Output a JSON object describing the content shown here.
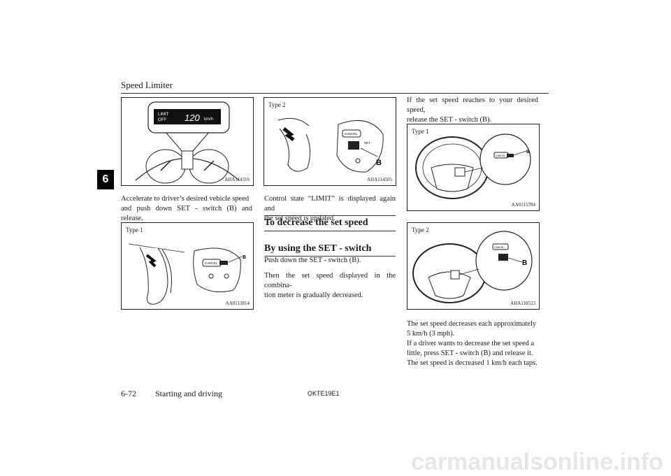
{
  "header": {
    "title": "Speed Limiter",
    "chapter": "6"
  },
  "figures": {
    "meter": {
      "code": "AHA114316",
      "display_limit": "LIMIT",
      "display_off": "OFF",
      "display_speed": "120",
      "display_unit": "km/h"
    },
    "fig_type1_push": {
      "type": "Type 1",
      "code": "AA0113814",
      "cancel": "CANCEL",
      "b": "B"
    },
    "fig_type2_push": {
      "type": "Type 2",
      "code": "AHA114505",
      "cancel": "CANCEL",
      "set": "SET -",
      "b": "B"
    },
    "fig_type1_wheel": {
      "type": "Type 1",
      "code": "AA0115784",
      "cancel": "CANCEL",
      "b": "B"
    },
    "fig_type2_wheel": {
      "type": "Type 2",
      "code": "AHA110523",
      "cancel": "CANCEL",
      "b": "B"
    }
  },
  "text": {
    "p_accelerate_1": "Accelerate to driver’s desired vehicle speed",
    "p_accelerate_2": "and push down SET - switch (B) and release.",
    "p_control_1": "Control state “LIMIT” is displayed again and",
    "p_control_2": "the set speed is updated.",
    "h_decrease": "To decrease the set speed",
    "h_by_using": "By using the SET - switch",
    "p_push": "Push down the SET - switch (B).",
    "p_then_1": "Then the set speed displayed in the combina-",
    "p_then_2": "tion meter is gradually decreased.",
    "p_if_1": "If the set speed reaches to your desired speed,",
    "p_if_2": "release the SET - switch (B).",
    "p_dec_1": "The set speed decreases each approximately",
    "p_dec_2": "5 km/h (3 mph).",
    "p_dec_3": "If a driver wants to decrease the set speed a",
    "p_dec_4": "little, press SET - switch (B) and release it.",
    "p_dec_5": "The set speed is decreased 1 km/h each taps."
  },
  "footer": {
    "page": "6-72",
    "section": "Starting and driving",
    "code": "OKTE19E1"
  },
  "watermark": "carmanualsonline.info"
}
